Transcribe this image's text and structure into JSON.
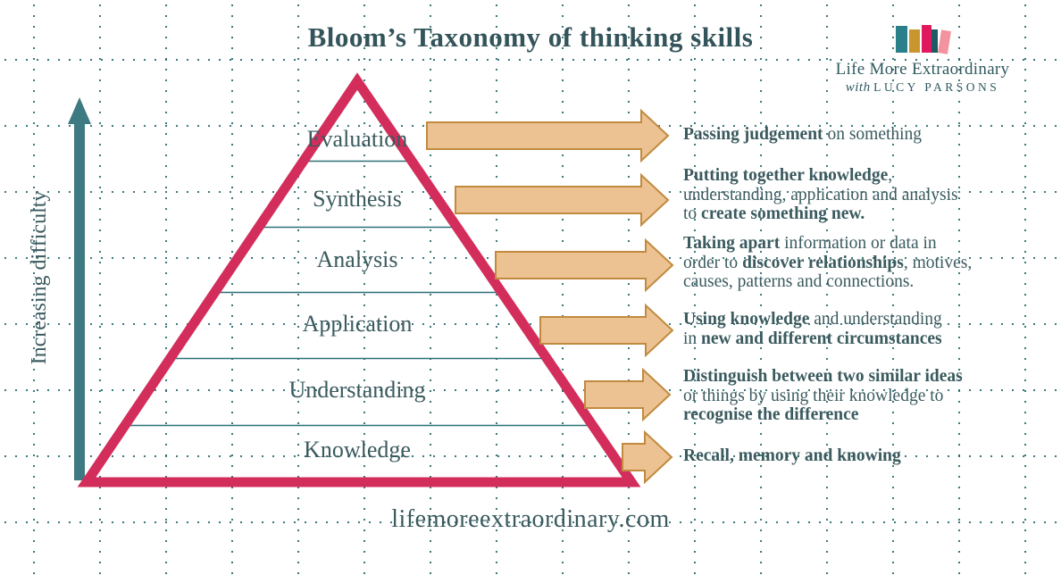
{
  "title": "Bloom’s Taxonomy of thinking skills",
  "logo": {
    "brand": "Life More Extraordinary",
    "with_word": "with",
    "person_name": "LUCY PARSONS",
    "book_colors": [
      "#2b7f8a",
      "#c9962e",
      "#e0195e",
      "#1d5a63",
      "#f2939f"
    ]
  },
  "axis": {
    "label": "Increasing difficulty"
  },
  "pyramid": {
    "levels": [
      {
        "label": "Evaluation"
      },
      {
        "label": "Synthesis"
      },
      {
        "label": "Analysis"
      },
      {
        "label": "Application"
      },
      {
        "label": "Understanding"
      },
      {
        "label": "Knowledge"
      }
    ]
  },
  "descriptions": [
    {
      "level": "Evaluation",
      "lines": [
        [
          {
            "t": "Passing judgement",
            "b": true
          },
          {
            "t": " on something",
            "b": false
          }
        ]
      ]
    },
    {
      "level": "Synthesis",
      "lines": [
        [
          {
            "t": "Putting together knowledge",
            "b": true
          },
          {
            "t": ",",
            "b": false
          }
        ],
        [
          {
            "t": "understanding, application and analysis",
            "b": false
          }
        ],
        [
          {
            "t": "to ",
            "b": false
          },
          {
            "t": "create something new.",
            "b": true
          }
        ]
      ]
    },
    {
      "level": "Analysis",
      "lines": [
        [
          {
            "t": "Taking apart",
            "b": true
          },
          {
            "t": " information or data in",
            "b": false
          }
        ],
        [
          {
            "t": "order to ",
            "b": false
          },
          {
            "t": "discover relationships",
            "b": true
          },
          {
            "t": ", motives,",
            "b": false
          }
        ],
        [
          {
            "t": "causes, patterns and connections.",
            "b": false
          }
        ]
      ]
    },
    {
      "level": "Application",
      "lines": [
        [
          {
            "t": "Using knowledge",
            "b": true
          },
          {
            "t": " and understanding",
            "b": false
          }
        ],
        [
          {
            "t": "in ",
            "b": false
          },
          {
            "t": "new and different circumstances",
            "b": true
          }
        ]
      ]
    },
    {
      "level": "Understanding",
      "lines": [
        [
          {
            "t": "Distinguish between two similar ideas",
            "b": true
          }
        ],
        [
          {
            "t": "or things by using their knowledge to",
            "b": false
          }
        ],
        [
          {
            "t": "recognise the difference",
            "b": true
          }
        ]
      ]
    },
    {
      "level": "Knowledge",
      "lines": [
        [
          {
            "t": "Recall, memory and knowing",
            "b": true
          }
        ]
      ]
    }
  ],
  "footer": {
    "website": "lifemoreextraordinary.com"
  },
  "colors": {
    "ink": "#3a5a5e",
    "title_ink": "#33545a",
    "crimson_pyramid": "#d32d5b",
    "teal_axis_arrow": "#3e7a81",
    "level_separator": "#2c7077",
    "flow_arrow_fill": "#ecc293",
    "flow_arrow_border": "#c18a3e",
    "grid_dot": "#2a6b70"
  }
}
